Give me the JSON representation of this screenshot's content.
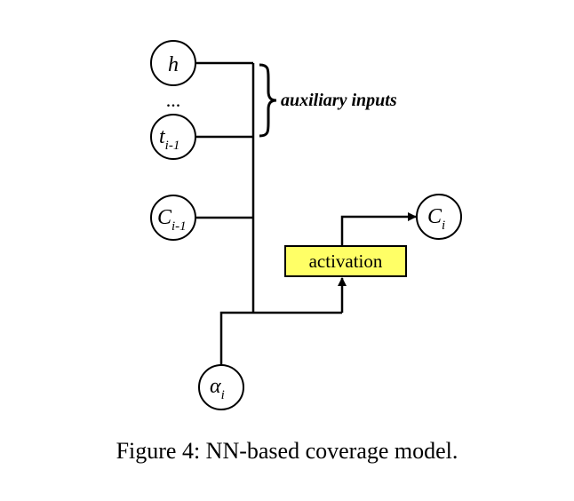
{
  "nodes": {
    "h": {
      "base": "h",
      "sub": ""
    },
    "ellipsis": "...",
    "t_prev": {
      "base": "t",
      "sub": "i-1"
    },
    "c_prev": {
      "base": "C",
      "sub": "i-1"
    },
    "c_curr": {
      "base": "C",
      "sub": "i"
    },
    "alpha": {
      "base": "α",
      "sub": "i"
    }
  },
  "brace_label": "auxiliary inputs",
  "activation_label": "activation",
  "caption": "Figure 4: NN-based coverage model.",
  "colors": {
    "activation_fill": "#ffff66",
    "stroke": "#000000"
  }
}
